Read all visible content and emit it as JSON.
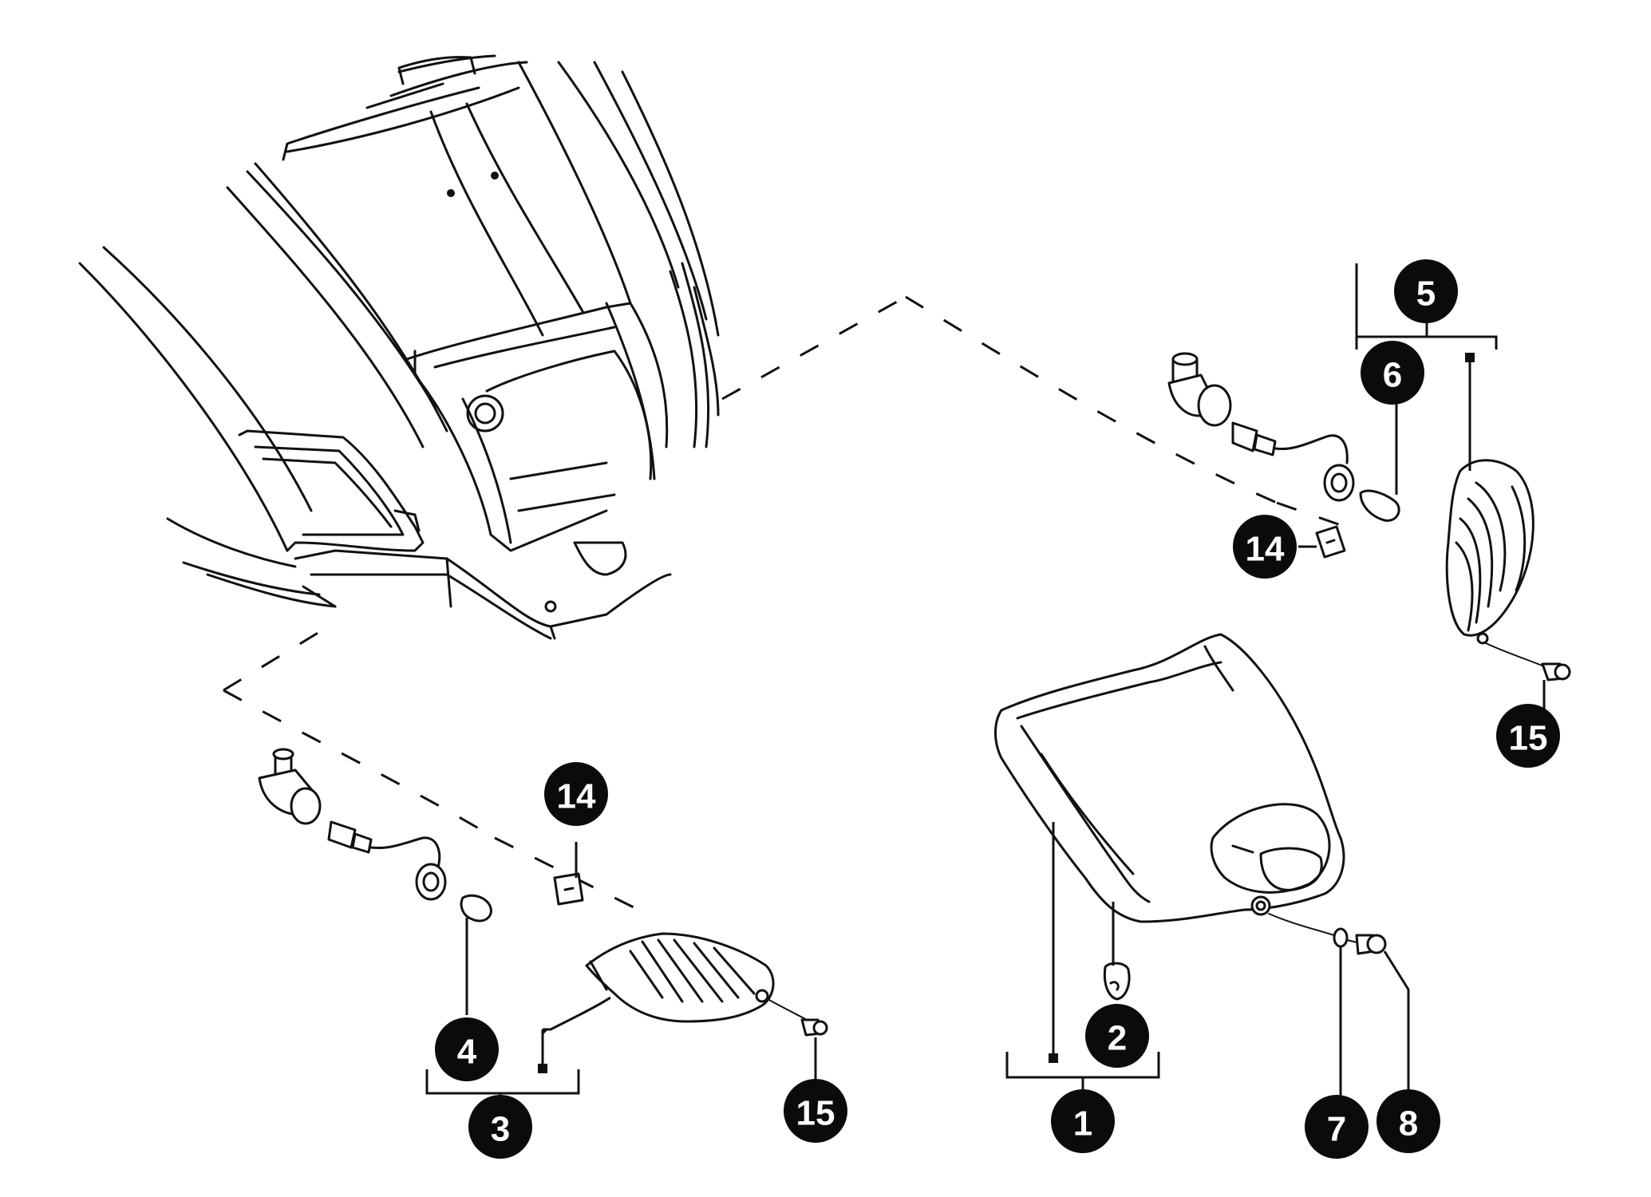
{
  "colors": {
    "ink": "#111111",
    "callout_fill": "#0b0b0b",
    "callout_text": "#ffffff",
    "background": "#ffffff"
  },
  "callouts": {
    "c1": "1",
    "c2": "2",
    "c3": "3",
    "c4": "4",
    "c5": "5",
    "c6": "6",
    "c7": "7",
    "c8": "8",
    "c14_left": "14",
    "c14_right": "14",
    "c15_left": "15",
    "c15_right": "15"
  }
}
